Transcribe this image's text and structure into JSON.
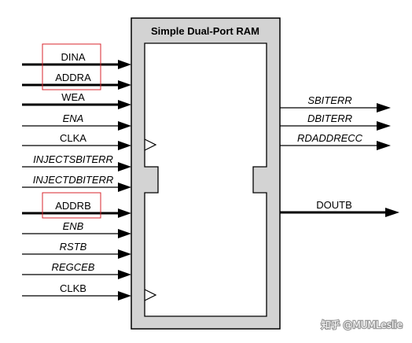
{
  "block": {
    "title": "Simple Dual-Port RAM",
    "fill_color": "#d3d3d3",
    "inner_color": "#ffffff",
    "line_color": "#000000"
  },
  "inputs": [
    {
      "label": "DINA",
      "italic": false,
      "bus": true,
      "boxed": true
    },
    {
      "label": "ADDRA",
      "italic": false,
      "bus": true,
      "boxed": true
    },
    {
      "label": "WEA",
      "italic": false,
      "bus": true,
      "boxed": false
    },
    {
      "label": "ENA",
      "italic": true,
      "bus": false,
      "boxed": false
    },
    {
      "label": "CLKA",
      "italic": false,
      "bus": false,
      "boxed": false
    },
    {
      "label": "INJECTSBITERR",
      "italic": true,
      "bus": false,
      "boxed": false
    },
    {
      "label": "INJECTDBITERR",
      "italic": true,
      "bus": false,
      "boxed": false
    },
    {
      "label": "ADDRB",
      "italic": false,
      "bus": true,
      "boxed": true
    },
    {
      "label": "ENB",
      "italic": true,
      "bus": false,
      "boxed": false
    },
    {
      "label": "RSTB",
      "italic": true,
      "bus": false,
      "boxed": false
    },
    {
      "label": "REGCEB",
      "italic": true,
      "bus": false,
      "boxed": false
    },
    {
      "label": "CLKB",
      "italic": false,
      "bus": false,
      "boxed": false
    }
  ],
  "outputs": [
    {
      "label": "SBITERR",
      "italic": true,
      "bus": false
    },
    {
      "label": "DBITERR",
      "italic": true,
      "bus": false
    },
    {
      "label": "RDADDRECC",
      "italic": true,
      "bus": false
    },
    {
      "label": "DOUTB",
      "italic": false,
      "bus": true
    }
  ],
  "highlight_color": "#d9262c",
  "watermark": "知乎 @MUMLeslie"
}
